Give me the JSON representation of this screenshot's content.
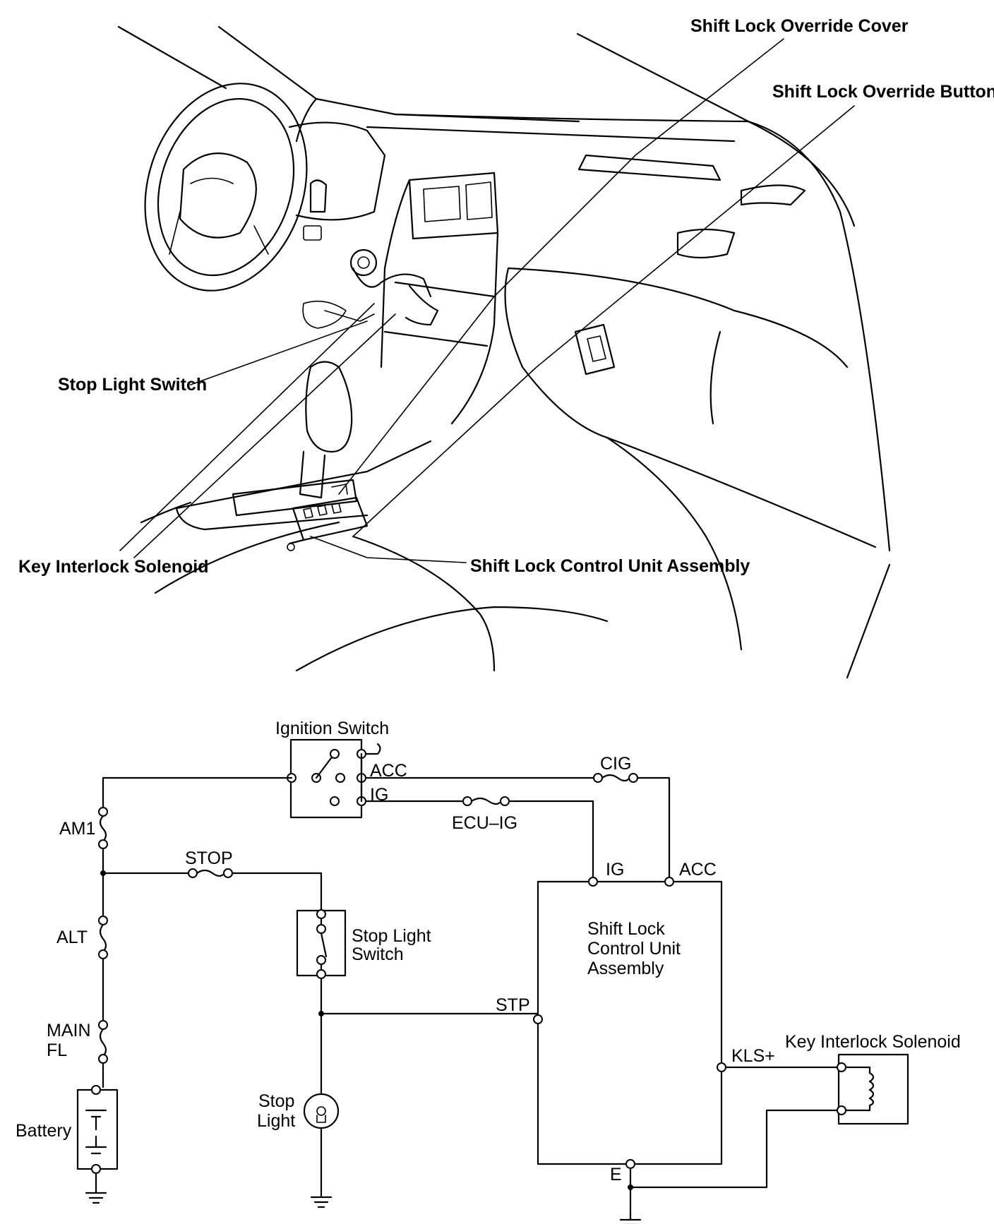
{
  "top_illustration": {
    "labels": {
      "override_cover": "Shift Lock Override Cover",
      "override_button": "Shift Lock Override Button",
      "stop_light_switch": "Stop Light Switch",
      "key_interlock_solenoid": "Key Interlock Solenoid",
      "control_unit": "Shift Lock Control Unit Assembly"
    }
  },
  "schematic": {
    "ignition_switch": "Ignition Switch",
    "acc": "ACC",
    "ig": "IG",
    "cig": "CIG",
    "ecu_ig": "ECU–IG",
    "am1": "AM1",
    "stop_fuse": "STOP",
    "alt": "ALT",
    "main_fl_1": "MAIN",
    "main_fl_2": "FL",
    "battery": "Battery",
    "stop_light_switch_1": "Stop Light",
    "stop_light_switch_2": "Switch",
    "stop_light_1": "Stop",
    "stop_light_2": "Light",
    "unit_ig": "IG",
    "unit_acc": "ACC",
    "unit_name_1": "Shift Lock",
    "unit_name_2": "Control Unit",
    "unit_name_3": "Assembly",
    "stp": "STP",
    "kls": "KLS+",
    "e": "E",
    "key_interlock_solenoid": "Key Interlock Solenoid"
  }
}
